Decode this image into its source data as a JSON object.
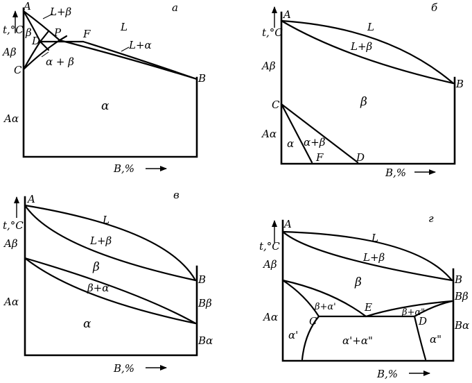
{
  "panels": {
    "a": {
      "tag": "а",
      "ylabel": "t,°C",
      "xlabel": "B,%",
      "A": "A",
      "B": "B",
      "C": "C",
      "D": "D",
      "F": "F",
      "P": "P",
      "L": "L",
      "Lbeta": "L+β",
      "Lalpha": "L+α",
      "beta": "β",
      "alphabeta": "α + β",
      "alpha": "α",
      "Abeta": "Aβ",
      "Aalpha": "Aα"
    },
    "b": {
      "tag": "б",
      "ylabel": "t,°C",
      "xlabel": "B,%",
      "A": "A",
      "B": "B",
      "C": "C",
      "D": "D",
      "F": "F",
      "L": "L",
      "Lbeta": "L+β",
      "beta": "β",
      "alpha": "α",
      "alphabeta": "α+β",
      "Abeta": "Aβ",
      "Aalpha": "Aα"
    },
    "v": {
      "tag": "в",
      "ylabel": "t,°C",
      "xlabel": "B,%",
      "A": "A",
      "B": "B",
      "L": "L",
      "Lbeta": "L+β",
      "beta": "β",
      "betaalpha": "β+α",
      "alpha": "α",
      "Abeta": "Aβ",
      "Aalpha": "Aα",
      "Bbeta": "Bβ",
      "Balpha": "Bα"
    },
    "g": {
      "tag": "г",
      "ylabel": "t,°C",
      "xlabel": "B,%",
      "A": "A",
      "B": "B",
      "C": "C",
      "D": "D",
      "E": "E",
      "L": "L",
      "Lbeta": "L+β",
      "beta": "β",
      "betaalpha1": "β+α'",
      "betaalpha2": "β+α\"",
      "alpha1": "α'",
      "alpha2": "α\"",
      "alpha12": "α'+α\"",
      "Abeta": "Aβ",
      "Aalpha": "Aα",
      "Bbeta": "Bβ",
      "Balpha": "Bα"
    }
  }
}
